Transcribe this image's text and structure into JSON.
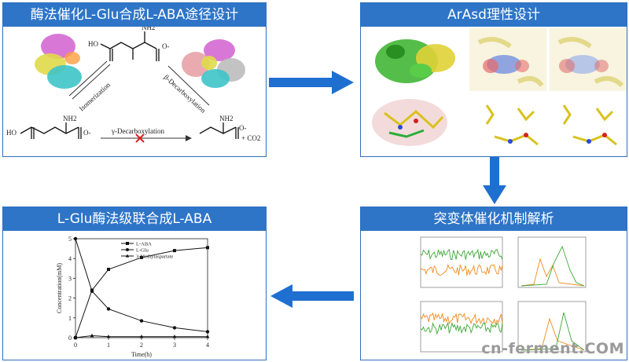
{
  "panels": {
    "top_left": {
      "title": "酶法催化L-Glu合成L-ABA途径设计",
      "labels": {
        "isomerization": "Isomerization",
        "beta_decarboxylation": "β-Decarboxylation",
        "gamma_decarboxylation": "γ-Decarboxylation",
        "nh2": "NH2",
        "ho": "HO",
        "o_minus": "O-",
        "co2": "+ CO2"
      }
    },
    "top_right": {
      "title": "ArAsd理性设计"
    },
    "bottom_right": {
      "title": "突变体催化机制解析"
    },
    "bottom_left": {
      "title": "L-Glu酶法级联合成L-ABA"
    }
  },
  "watermark": "cn-ferment.COM",
  "colors": {
    "title_bar": "#2e75c8",
    "arrow": "#1f6fd1",
    "cross": "#e02020",
    "md_green": "#3aa832",
    "md_orange": "#f08a1c"
  },
  "chart_data": {
    "type": "line",
    "xlabel": "Time(h)",
    "ylabel": "Concentration(mM)",
    "xlim": [
      0,
      4
    ],
    "ylim": [
      0,
      5
    ],
    "xticks": [
      0,
      1,
      2,
      3,
      4
    ],
    "yticks": [
      0,
      1,
      2,
      3,
      4,
      5
    ],
    "legend_position": "top-center",
    "x": [
      0,
      0.5,
      1,
      2,
      3,
      4
    ],
    "series": [
      {
        "name": "L-ABA",
        "marker": "square",
        "values": [
          0,
          2.4,
          3.45,
          4.05,
          4.4,
          4.55
        ]
      },
      {
        "name": "L-Glu",
        "marker": "circle",
        "values": [
          5,
          2.35,
          1.45,
          0.85,
          0.5,
          0.3
        ]
      },
      {
        "name": "3-Methylaspartate",
        "marker": "triangle",
        "values": [
          0,
          0.1,
          0.05,
          0.05,
          0.05,
          0.05
        ]
      }
    ]
  }
}
